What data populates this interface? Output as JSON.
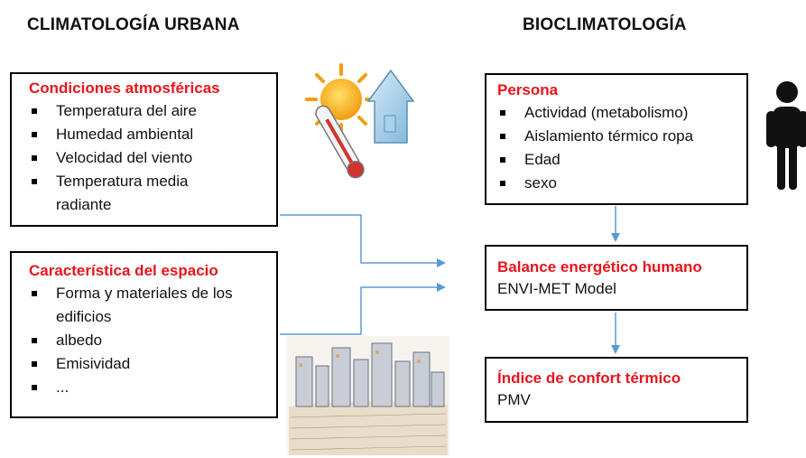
{
  "headings": {
    "left": "CLIMATOLOGÍA URBANA",
    "right": "BIOCLIMATOLOGÍA"
  },
  "boxes": {
    "atmosfericas": {
      "title": "Condiciones atmosféricas",
      "items": [
        "Temperatura del aire",
        "Humedad ambiental",
        "Velocidad del viento",
        "Temperatura media radiante"
      ]
    },
    "espacio": {
      "title": "Característica del espacio",
      "items": [
        "Forma y materiales de los edificios",
        "albedo",
        "Emisividad",
        "..."
      ]
    },
    "persona": {
      "title": "Persona",
      "items": [
        "Actividad (metabolismo)",
        "Aislamiento térmico ropa",
        "Edad",
        "sexo"
      ]
    },
    "balance": {
      "title": "Balance energético humano",
      "text": "ENVI-MET Model"
    },
    "indice": {
      "title": "Índice de confort térmico",
      "text": "PMV"
    }
  },
  "colors": {
    "title_red": "#e8141c",
    "arrow_blue": "#5b9bd5"
  },
  "icons": [
    "thermometer-sun-house-icon",
    "person-icon",
    "city-sketch-image"
  ]
}
